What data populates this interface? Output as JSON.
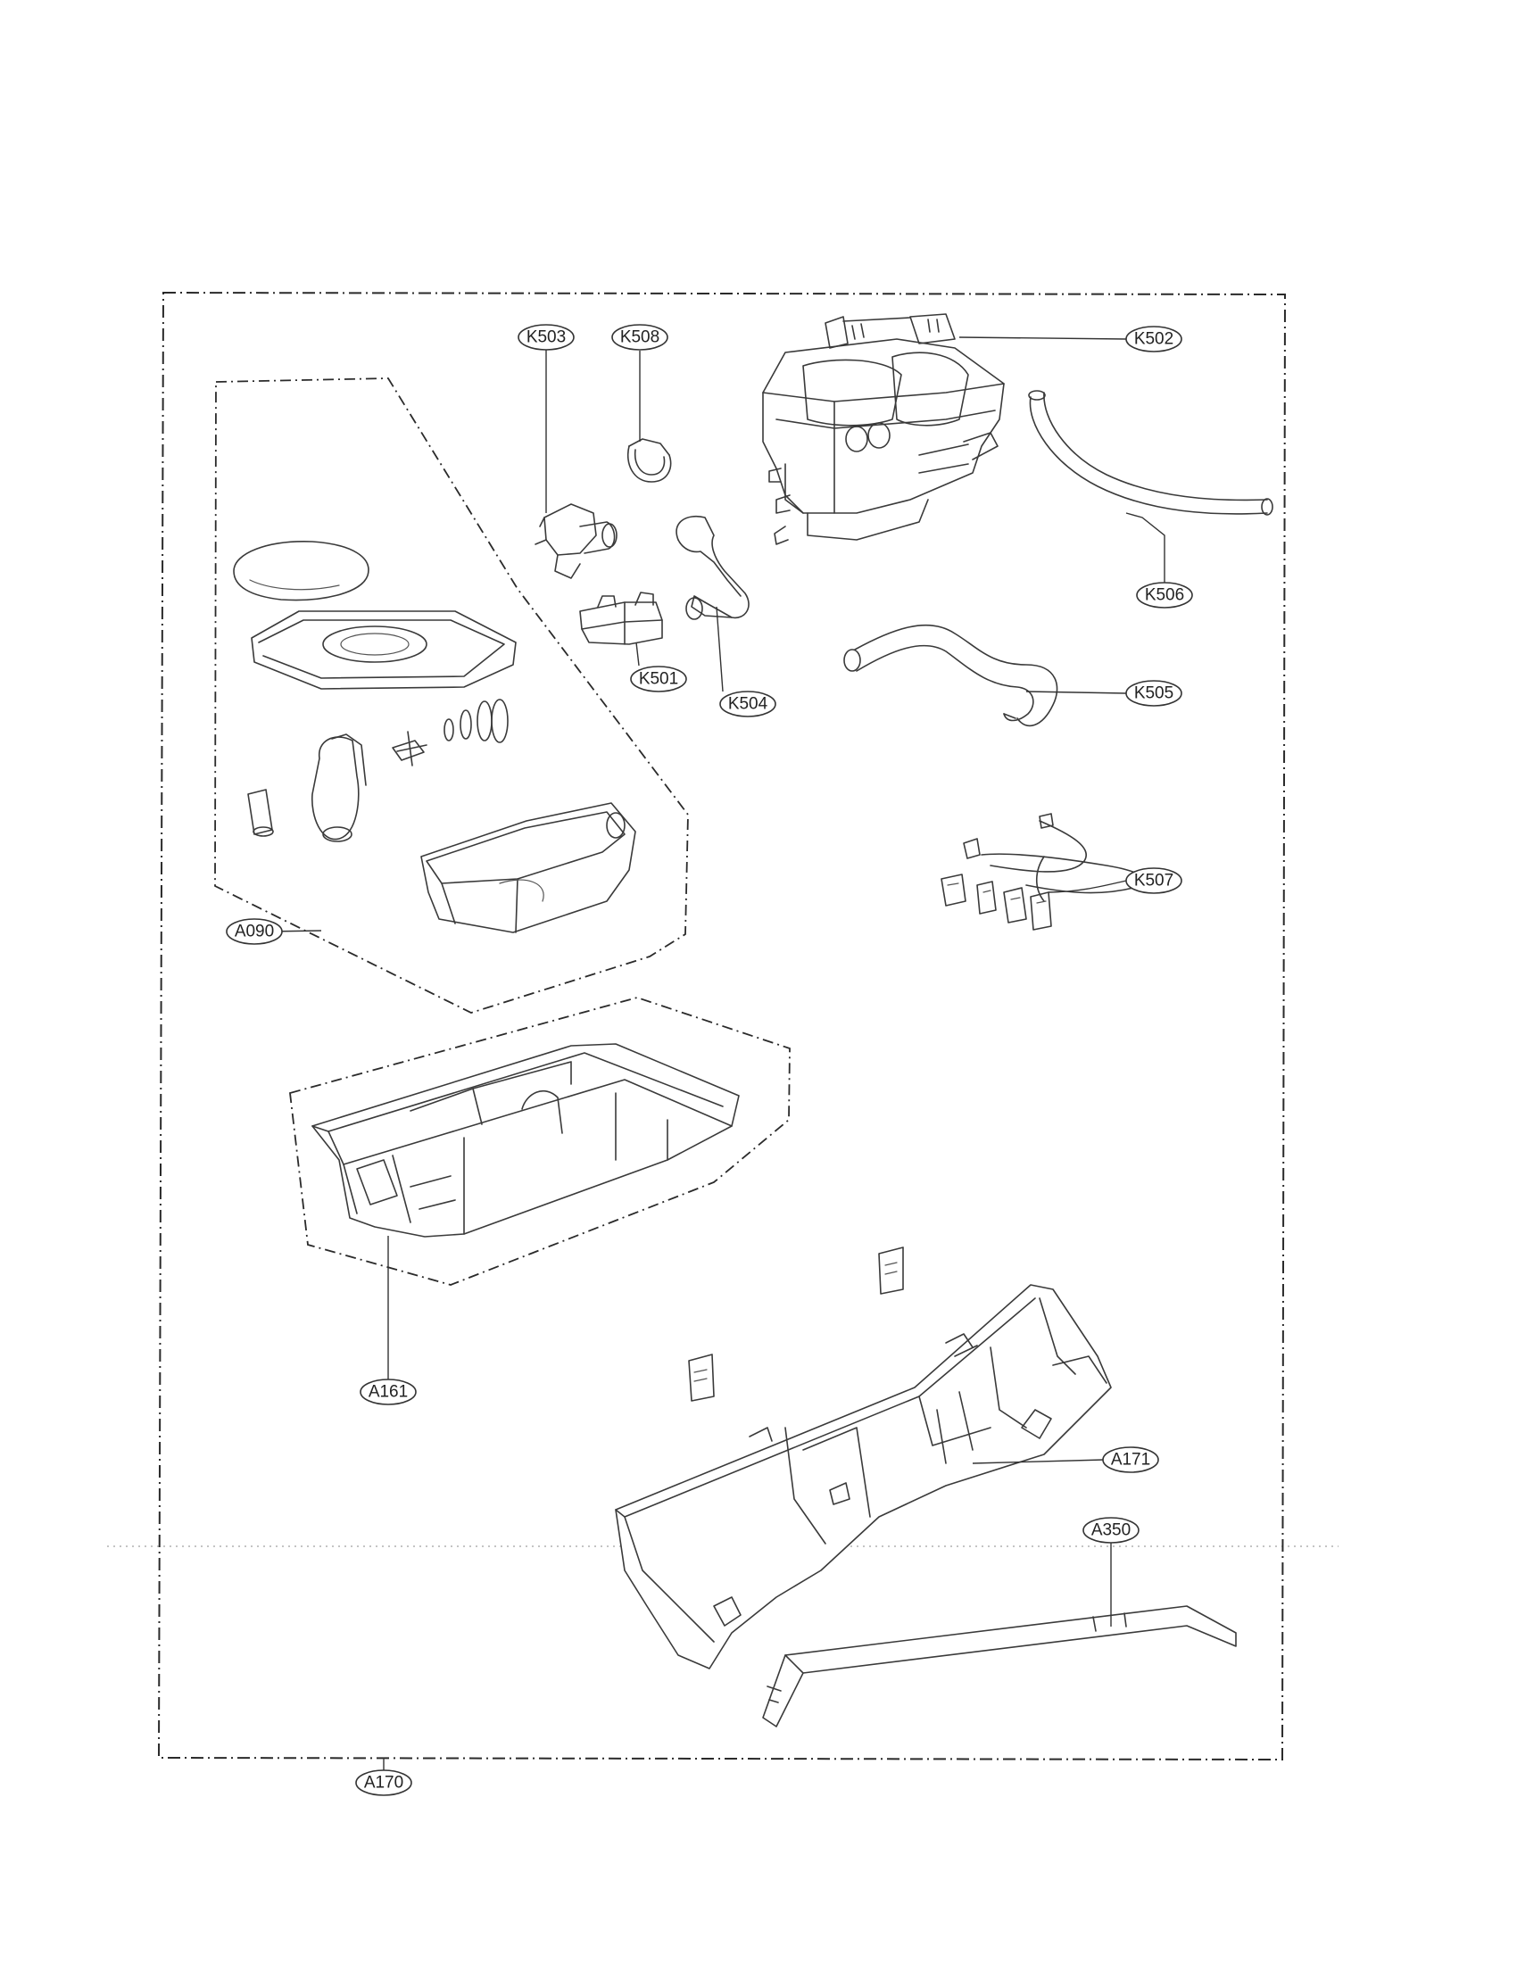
{
  "callouts": {
    "K503": "K503",
    "K508": "K508",
    "K502": "K502",
    "K506": "K506",
    "K501": "K501",
    "K504": "K504",
    "K505": "K505",
    "K507": "K507",
    "A090": "A090",
    "A161": "A161",
    "A171": "A171",
    "A350": "A350",
    "A170": "A170"
  }
}
